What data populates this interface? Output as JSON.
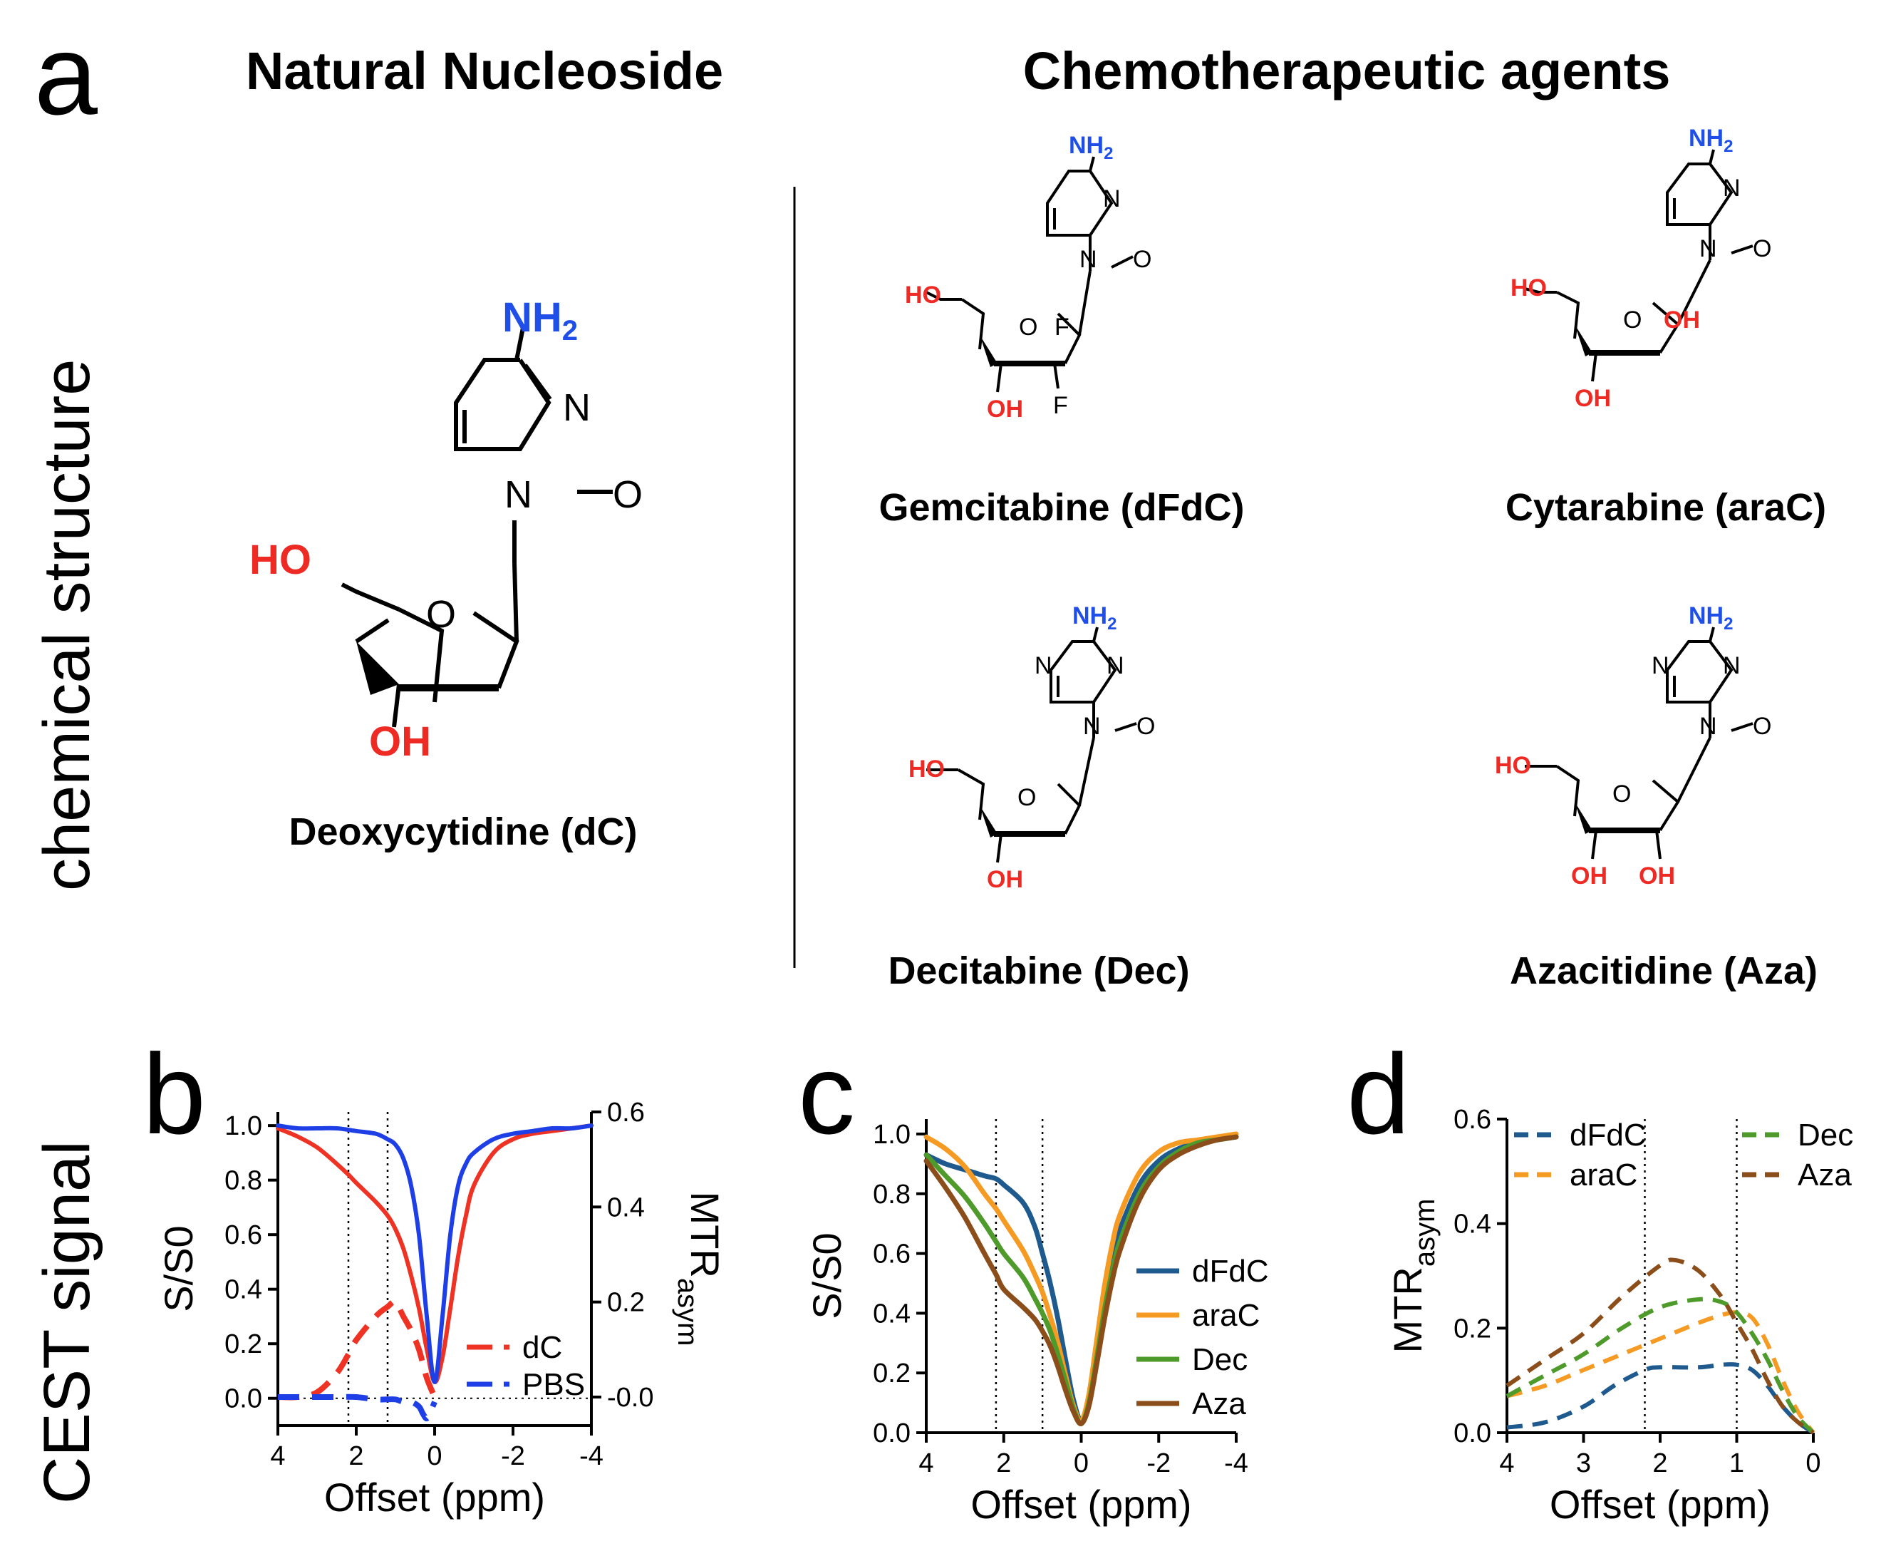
{
  "panel_letters": {
    "a": "a",
    "b": "b",
    "c": "c",
    "d": "d"
  },
  "row_labels": {
    "top": "chemical  structure",
    "bottom": "CEST signal"
  },
  "headers": {
    "natural": "Natural Nucleoside",
    "chemo": "Chemotherapeutic agents"
  },
  "molecules": [
    {
      "id": "dC",
      "name": "Deoxycytidine (dC)",
      "nh": "NH",
      "sub": "2",
      "n": "N",
      "o": "O",
      "ho": "HO",
      "oh": "OH"
    },
    {
      "id": "dFdC",
      "name": "Gemcitabine (dFdC)",
      "nh": "NH",
      "sub": "2",
      "n": "N",
      "o": "O",
      "ho": "HO",
      "oh": "OH",
      "f": "F"
    },
    {
      "id": "araC",
      "name": "Cytarabine (araC)",
      "nh": "NH",
      "sub": "2",
      "n": "N",
      "o": "O",
      "ho": "HO",
      "oh": "OH"
    },
    {
      "id": "Dec",
      "name": "Decitabine (Dec)",
      "nh": "NH",
      "sub": "2",
      "n": "N",
      "o": "O",
      "ho": "HO",
      "oh": "OH"
    },
    {
      "id": "Aza",
      "name": "Azacitidine (Aza)",
      "nh": "NH",
      "sub": "2",
      "n": "N",
      "o": "O",
      "ho": "HO",
      "oh": "OH"
    }
  ],
  "colors": {
    "red": "#ee3224",
    "blue": "#1f3fe6",
    "dFdC": "#1e5a8e",
    "araC": "#f59a23",
    "Dec": "#4e9a2a",
    "Aza": "#8b4d1a",
    "ho_red": "#ee2a24",
    "nh2_blue": "#1f4fe8"
  },
  "chart_data": [
    {
      "type": "line",
      "panel": "b",
      "xlabel": "Offset (ppm)",
      "ylabel": "S/S0",
      "y2label": "MTR",
      "y2label_sub": "asym",
      "xlim": [
        4,
        -4
      ],
      "ylim": [
        -0.1,
        1.05
      ],
      "y2lim": [
        -0.06,
        0.6
      ],
      "xticks": [
        "4",
        "2",
        "0",
        "-2",
        "-4"
      ],
      "yticks": [
        "0.0",
        "0.2",
        "0.4",
        "0.6",
        "0.8",
        "1.0"
      ],
      "y2ticks": [
        "-0.0",
        "0.2",
        "0.4",
        "0.6"
      ],
      "vlines": [
        2.2,
        1.2
      ],
      "legend": [
        "dC",
        "PBS"
      ],
      "series": [
        {
          "name": "dC",
          "axis": "left",
          "style": "solid",
          "color": "#ee3224",
          "x": [
            4,
            3.5,
            3,
            2.5,
            2.2,
            2,
            1.5,
            1.2,
            1,
            0.8,
            0.6,
            0.4,
            0.2,
            0,
            -0.2,
            -0.4,
            -0.6,
            -0.8,
            -1,
            -1.5,
            -2,
            -2.5,
            -3,
            -3.5,
            -4
          ],
          "y": [
            0.99,
            0.96,
            0.92,
            0.86,
            0.82,
            0.79,
            0.72,
            0.67,
            0.62,
            0.55,
            0.45,
            0.33,
            0.18,
            0.06,
            0.15,
            0.33,
            0.52,
            0.67,
            0.78,
            0.9,
            0.95,
            0.97,
            0.98,
            0.99,
            1.0
          ]
        },
        {
          "name": "dC",
          "axis": "right",
          "style": "dashed",
          "color": "#ee3224",
          "x": [
            4,
            3.5,
            3,
            2.5,
            2.2,
            2,
            1.5,
            1.2,
            1,
            0.8,
            0.6,
            0.4,
            0.2,
            0
          ],
          "y": [
            0.0,
            0.0,
            0.01,
            0.05,
            0.09,
            0.12,
            0.17,
            0.19,
            0.2,
            0.17,
            0.14,
            0.1,
            0.04,
            0.0
          ]
        },
        {
          "name": "PBS",
          "axis": "left",
          "style": "solid",
          "color": "#1f3fe6",
          "x": [
            4,
            3.5,
            3,
            2.5,
            2,
            1.5,
            1.2,
            1,
            0.8,
            0.6,
            0.4,
            0.2,
            0,
            -0.2,
            -0.4,
            -0.6,
            -0.8,
            -1,
            -1.5,
            -2,
            -2.5,
            -3,
            -3.5,
            -4
          ],
          "y": [
            1.0,
            0.99,
            0.99,
            0.99,
            0.98,
            0.97,
            0.95,
            0.93,
            0.88,
            0.78,
            0.6,
            0.3,
            0.06,
            0.3,
            0.6,
            0.78,
            0.86,
            0.9,
            0.95,
            0.97,
            0.98,
            0.99,
            0.99,
            1.0
          ]
        },
        {
          "name": "PBS",
          "axis": "right",
          "style": "dashed",
          "color": "#1f3fe6",
          "x": [
            4,
            3.5,
            3,
            2.5,
            2,
            1.5,
            1.2,
            1,
            0.8,
            0.6,
            0.4,
            0.3,
            0.2,
            0.1,
            0
          ],
          "y": [
            0.0,
            0.0,
            0.0,
            0.0,
            0.0,
            -0.005,
            -0.005,
            -0.005,
            -0.01,
            -0.01,
            -0.02,
            -0.035,
            -0.045,
            -0.03,
            -0.01
          ]
        }
      ]
    },
    {
      "type": "line",
      "panel": "c",
      "xlabel": "Offset (ppm)",
      "ylabel": "S/S0",
      "xlim": [
        4,
        -4
      ],
      "ylim": [
        0.0,
        1.05
      ],
      "xticks": [
        "4",
        "2",
        "0",
        "-2",
        "-4"
      ],
      "yticks": [
        "0.0",
        "0.2",
        "0.4",
        "0.6",
        "0.8",
        "1.0"
      ],
      "vlines": [
        2.2,
        1.0
      ],
      "legend": [
        "dFdC",
        "araC",
        "Dec",
        "Aza"
      ],
      "series": [
        {
          "name": "dFdC",
          "color": "#1e5a8e",
          "x": [
            4,
            3.5,
            3,
            2.5,
            2.2,
            2,
            1.5,
            1.2,
            1,
            0.8,
            0.6,
            0.4,
            0.2,
            0,
            -0.2,
            -0.4,
            -0.6,
            -0.8,
            -1,
            -1.5,
            -2,
            -2.5,
            -3,
            -3.5,
            -4
          ],
          "y": [
            0.93,
            0.9,
            0.88,
            0.86,
            0.85,
            0.83,
            0.77,
            0.69,
            0.6,
            0.5,
            0.38,
            0.24,
            0.11,
            0.04,
            0.12,
            0.29,
            0.45,
            0.58,
            0.68,
            0.83,
            0.91,
            0.95,
            0.97,
            0.98,
            0.99
          ]
        },
        {
          "name": "araC",
          "color": "#f59a23",
          "x": [
            4,
            3.5,
            3,
            2.5,
            2.2,
            2,
            1.5,
            1.2,
            1,
            0.8,
            0.6,
            0.4,
            0.2,
            0,
            -0.2,
            -0.4,
            -0.6,
            -0.8,
            -1,
            -1.5,
            -2,
            -2.5,
            -3,
            -3.5,
            -4
          ],
          "y": [
            0.99,
            0.95,
            0.89,
            0.8,
            0.75,
            0.71,
            0.61,
            0.53,
            0.47,
            0.39,
            0.3,
            0.19,
            0.09,
            0.04,
            0.13,
            0.31,
            0.49,
            0.63,
            0.73,
            0.87,
            0.94,
            0.97,
            0.98,
            0.99,
            1.0
          ]
        },
        {
          "name": "Dec",
          "color": "#4e9a2a",
          "x": [
            4,
            3.5,
            3,
            2.5,
            2.2,
            2,
            1.5,
            1.2,
            1,
            0.8,
            0.6,
            0.4,
            0.2,
            0,
            -0.2,
            -0.4,
            -0.6,
            -0.8,
            -1,
            -1.5,
            -2,
            -2.5,
            -3,
            -3.5,
            -4
          ],
          "y": [
            0.93,
            0.86,
            0.79,
            0.7,
            0.64,
            0.6,
            0.52,
            0.45,
            0.4,
            0.34,
            0.26,
            0.17,
            0.08,
            0.03,
            0.1,
            0.25,
            0.41,
            0.54,
            0.64,
            0.8,
            0.89,
            0.94,
            0.97,
            0.98,
            0.99
          ]
        },
        {
          "name": "Aza",
          "color": "#8b4d1a",
          "x": [
            4,
            3.5,
            3,
            2.5,
            2.2,
            2,
            1.5,
            1.2,
            1,
            0.8,
            0.6,
            0.4,
            0.2,
            0,
            -0.2,
            -0.4,
            -0.6,
            -0.8,
            -1,
            -1.5,
            -2,
            -2.5,
            -3,
            -3.5,
            -4
          ],
          "y": [
            0.91,
            0.82,
            0.72,
            0.6,
            0.53,
            0.48,
            0.42,
            0.38,
            0.34,
            0.29,
            0.22,
            0.14,
            0.07,
            0.03,
            0.09,
            0.23,
            0.38,
            0.51,
            0.61,
            0.78,
            0.88,
            0.93,
            0.96,
            0.98,
            0.99
          ]
        }
      ]
    },
    {
      "type": "line",
      "panel": "d",
      "xlabel": "Offset (ppm)",
      "ylabel": "MTR",
      "ylabel_sub": "asym",
      "xlim": [
        4,
        0
      ],
      "ylim": [
        0.0,
        0.6
      ],
      "xticks": [
        "4",
        "3",
        "2",
        "1",
        "0"
      ],
      "yticks": [
        "0.0",
        "0.2",
        "0.4",
        "0.6"
      ],
      "vlines": [
        2.2,
        1.0
      ],
      "legend": [
        "dFdC",
        "araC",
        "Dec",
        "Aza"
      ],
      "series": [
        {
          "name": "dFdC",
          "color": "#1e5a8e",
          "x": [
            4,
            3.5,
            3,
            2.6,
            2.2,
            2,
            1.5,
            1.2,
            1,
            0.8,
            0.6,
            0.4,
            0.2,
            0
          ],
          "y": [
            0.01,
            0.02,
            0.05,
            0.09,
            0.12,
            0.125,
            0.125,
            0.13,
            0.13,
            0.12,
            0.09,
            0.05,
            0.02,
            0.0
          ]
        },
        {
          "name": "araC",
          "color": "#f59a23",
          "x": [
            4,
            3.5,
            3,
            2.5,
            2,
            1.5,
            1.2,
            1,
            0.8,
            0.6,
            0.4,
            0.2,
            0
          ],
          "y": [
            0.07,
            0.09,
            0.12,
            0.15,
            0.18,
            0.21,
            0.225,
            0.23,
            0.22,
            0.17,
            0.1,
            0.04,
            0.0
          ]
        },
        {
          "name": "Dec",
          "color": "#4e9a2a",
          "x": [
            4,
            3.5,
            3,
            2.5,
            2,
            1.5,
            1.2,
            1,
            0.8,
            0.6,
            0.4,
            0.2,
            0
          ],
          "y": [
            0.07,
            0.11,
            0.15,
            0.2,
            0.24,
            0.255,
            0.25,
            0.23,
            0.19,
            0.14,
            0.08,
            0.03,
            0.0
          ]
        },
        {
          "name": "Aza",
          "color": "#8b4d1a",
          "x": [
            4,
            3.5,
            3,
            2.5,
            2,
            1.8,
            1.5,
            1.2,
            1,
            0.8,
            0.6,
            0.4,
            0.2,
            0
          ],
          "y": [
            0.09,
            0.14,
            0.19,
            0.26,
            0.32,
            0.33,
            0.31,
            0.26,
            0.21,
            0.16,
            0.1,
            0.05,
            0.02,
            0.0
          ]
        }
      ]
    }
  ]
}
